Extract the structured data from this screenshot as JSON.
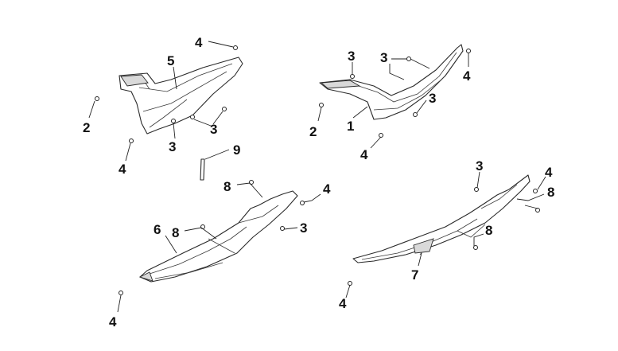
{
  "callouts": {
    "a1": "4",
    "a2": "5",
    "a3": "2",
    "a4": "3",
    "a5": "3",
    "a6": "4",
    "a7": "9",
    "b1": "3",
    "b2": "3",
    "b3": "4",
    "b4": "3",
    "b5": "2",
    "b6": "1",
    "b7": "4",
    "c1": "8",
    "c2": "4",
    "c3": "6",
    "c4": "8",
    "c5": "3",
    "c6": "4",
    "d1": "3",
    "d2": "4",
    "d3": "8",
    "d4": "8",
    "d5": "7",
    "d6": "4"
  }
}
